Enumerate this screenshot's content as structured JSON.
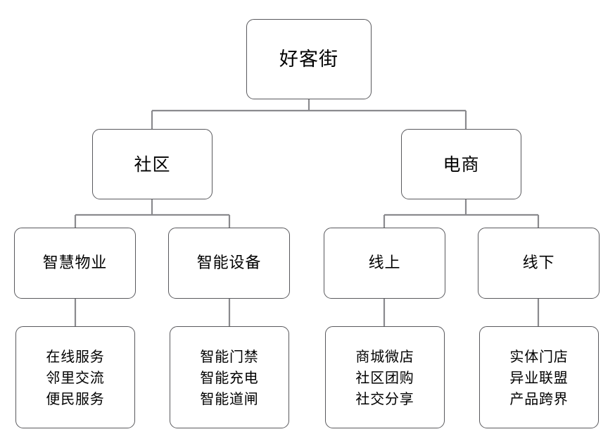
{
  "diagram": {
    "type": "tree",
    "title": "好客街",
    "orientation": "top-down",
    "colors": {
      "background": "#ffffff",
      "node_border": "#59595d",
      "node_fill": "#ffffff",
      "connector": "#8a8a8e",
      "text": "#000000"
    },
    "levels": 4,
    "root": {
      "label": "好客街"
    },
    "level2": [
      {
        "label": "社区"
      },
      {
        "label": "电商"
      }
    ],
    "level3": [
      {
        "label": "智慧物业"
      },
      {
        "label": "智能设备"
      },
      {
        "label": "线上"
      },
      {
        "label": "线下"
      }
    ],
    "leaves": [
      {
        "lines": [
          "在线服务",
          "邻里交流",
          "便民服务"
        ]
      },
      {
        "lines": [
          "智能门禁",
          "智能充电",
          "智能道闸"
        ]
      },
      {
        "lines": [
          "商城微店",
          "社区团购",
          "社交分享"
        ]
      },
      {
        "lines": [
          "实体门店",
          "异业联盟",
          "产品跨界"
        ]
      }
    ]
  }
}
